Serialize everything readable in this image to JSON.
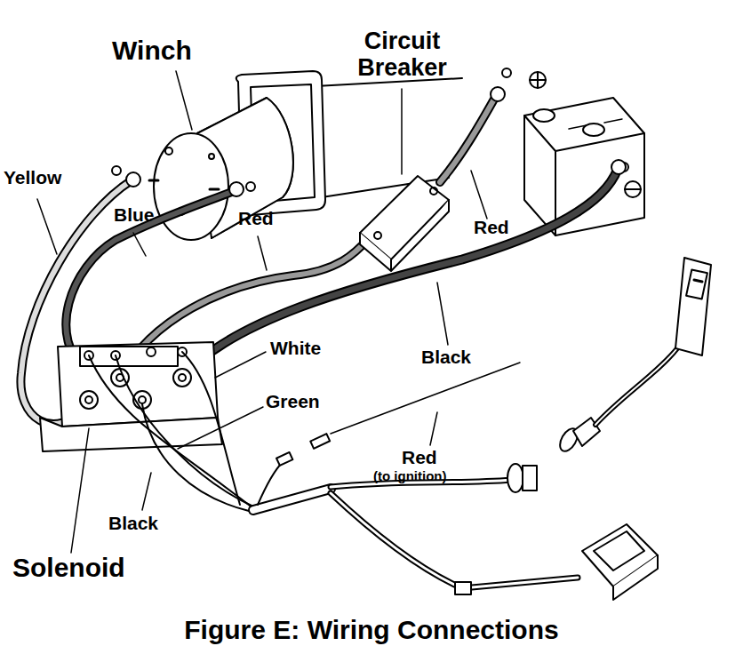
{
  "diagram": {
    "caption": "Figure E:  Wiring Connections",
    "labels": [
      "Winch",
      "Circuit Breaker",
      "Yellow",
      "Blue",
      "Red",
      "Red",
      "White",
      "Black",
      "Green",
      "Red",
      "(to ignition)",
      "Black",
      "Solenoid"
    ]
  }
}
